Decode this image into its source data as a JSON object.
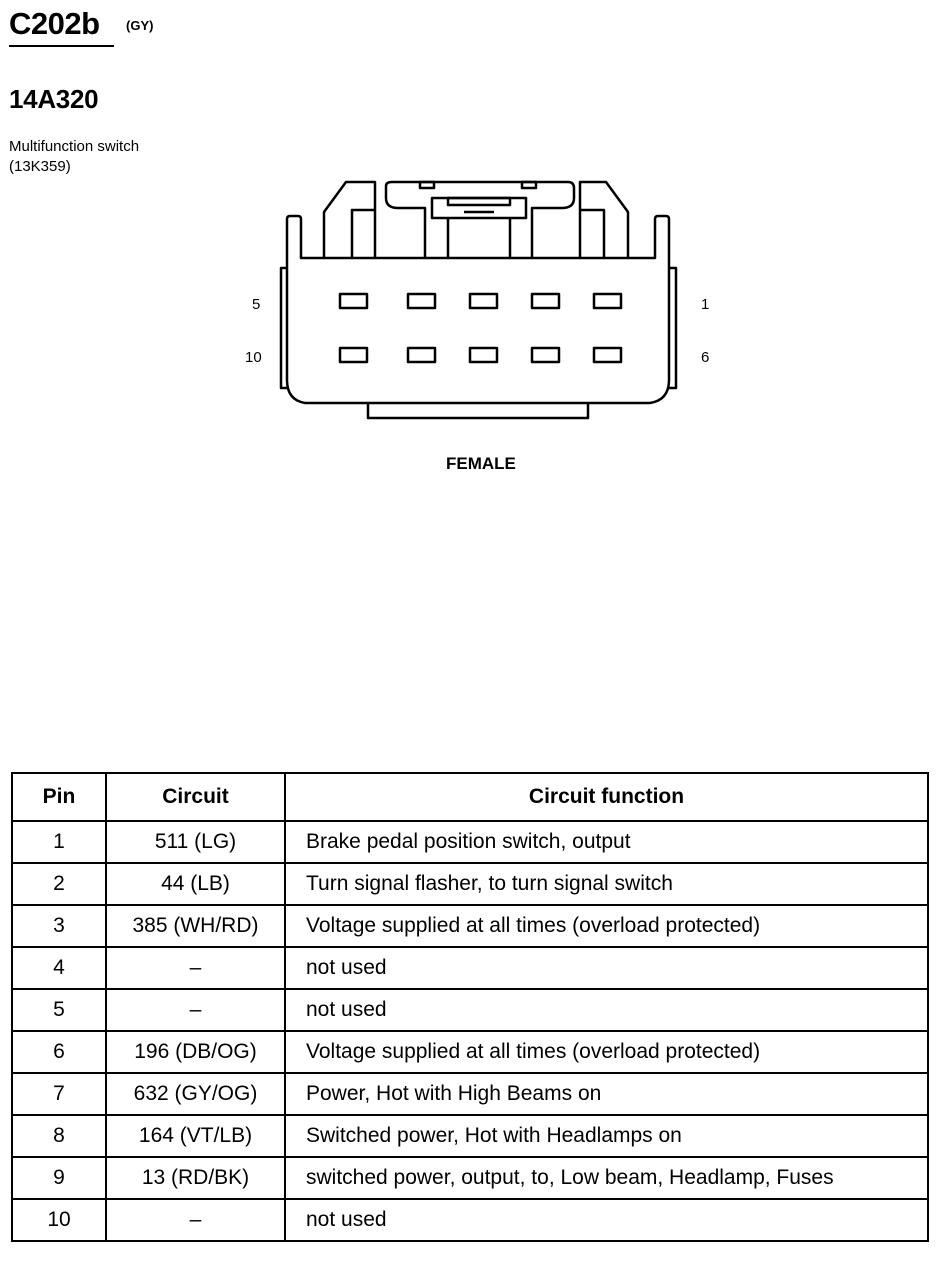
{
  "connector": {
    "id": "C202b",
    "color_code": "(GY)",
    "part_number": "14A320",
    "name_line1": "Multifunction switch",
    "name_line2": "(13K359)",
    "gender": "FEMALE",
    "pin_labels": {
      "top_left": "5",
      "top_right": "1",
      "bottom_left": "10",
      "bottom_right": "6"
    }
  },
  "table": {
    "headers": {
      "pin": "Pin",
      "circuit": "Circuit",
      "function": "Circuit function"
    },
    "rows": [
      {
        "pin": "1",
        "circuit": "511 (LG)",
        "function": "Brake pedal position switch, output"
      },
      {
        "pin": "2",
        "circuit": "44 (LB)",
        "function": "Turn signal flasher, to turn signal switch"
      },
      {
        "pin": "3",
        "circuit": "385 (WH/RD)",
        "function": "Voltage supplied at all times (overload protected)"
      },
      {
        "pin": "4",
        "circuit": "–",
        "function": "not used"
      },
      {
        "pin": "5",
        "circuit": "–",
        "function": "not used"
      },
      {
        "pin": "6",
        "circuit": "196 (DB/OG)",
        "function": "Voltage supplied at all times (overload protected)"
      },
      {
        "pin": "7",
        "circuit": "632 (GY/OG)",
        "function": "Power, Hot with High Beams on"
      },
      {
        "pin": "8",
        "circuit": "164 (VT/LB)",
        "function": "Switched power, Hot with Headlamps on"
      },
      {
        "pin": "9",
        "circuit": "13 (RD/BK)",
        "function": "switched power, output, to, Low beam, Headlamp, Fuses"
      },
      {
        "pin": "10",
        "circuit": "–",
        "function": "not used"
      }
    ]
  }
}
